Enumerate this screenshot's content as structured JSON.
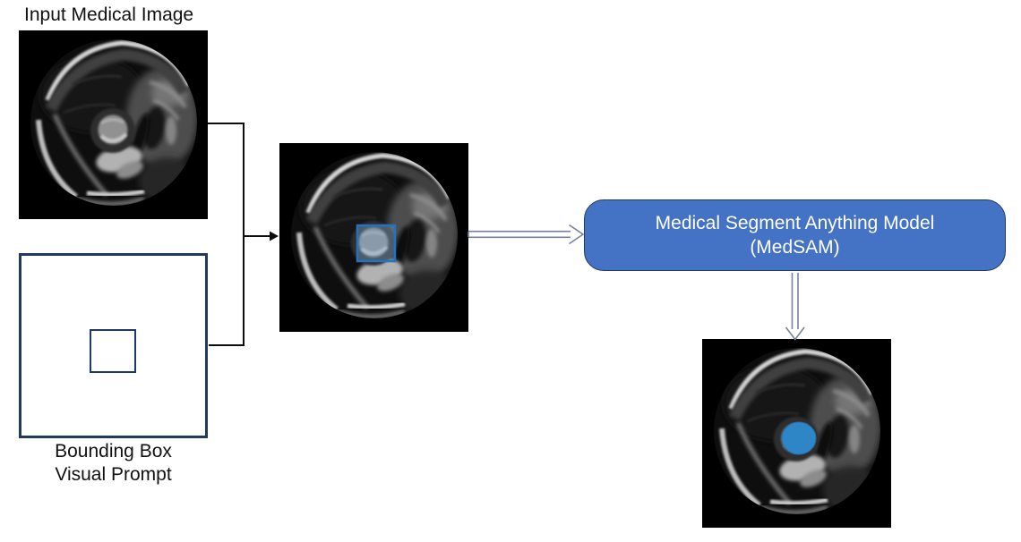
{
  "diagram": {
    "input": {
      "label": "Input Medical Image",
      "image_name": "cardiac-mri-short-axis-scan"
    },
    "prompt": {
      "label_line1": "Bounding Box",
      "label_line2": "Visual Prompt",
      "border_color": "#1F3864"
    },
    "prompted_image": {
      "image_name": "cardiac-mri-scan-with-bounding-box-overlay",
      "overlay_stroke": "#2273C3",
      "overlay_fill": "rgba(127,169,207,0.38)"
    },
    "model": {
      "label_line1": "Medical Segment Anything Model",
      "label_line2": "(MedSAM)",
      "fill_color": "#4472C4",
      "border_color": "#24395E",
      "text_color": "#FFFFFF"
    },
    "output": {
      "image_name": "cardiac-mri-scan-with-segmentation-mask",
      "mask_color": "#2E86C6"
    },
    "connectors": {
      "elbow_color": "#0D0D0D",
      "hollow_arrow_color": "#74839B"
    }
  }
}
